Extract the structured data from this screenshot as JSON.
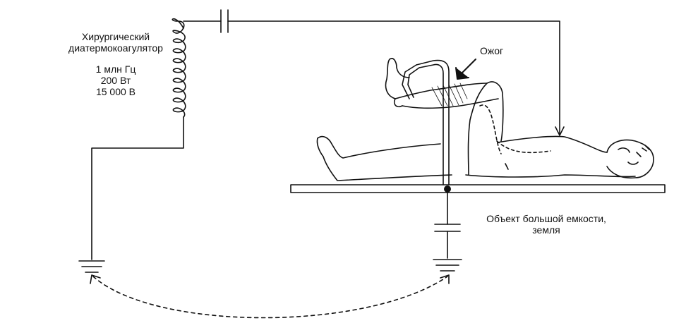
{
  "device": {
    "name_line1": "Хирургический",
    "name_line2": "диатермокоагулятор",
    "frequency": "1 млн Гц",
    "power": "200 Вт",
    "voltage": "15 000 В"
  },
  "burn_label": "Ожог",
  "ground_label": {
    "line1": "Объект большой емкости,",
    "line2": "земля"
  },
  "colors": {
    "line": "#111111",
    "background": "#ffffff"
  }
}
